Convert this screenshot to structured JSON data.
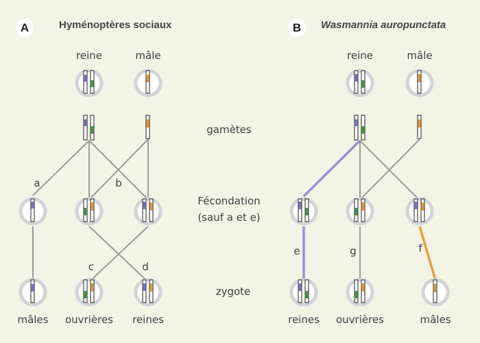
{
  "panel_a": {
    "badge": "A",
    "title": "Hyménoptères sociaux",
    "queen_label": "reine",
    "male_label": "mâle",
    "letter_a": "a",
    "letter_b": "b",
    "letter_c": "c",
    "letter_d": "d",
    "bottom_males": "mâles",
    "bottom_workers": "ouvrières",
    "bottom_queens": "reines"
  },
  "panel_b": {
    "badge": "B",
    "title": "Wasmannia auropunctata",
    "queen_label": "reine",
    "male_label": "mâle",
    "letter_e": "e",
    "letter_g": "g",
    "letter_f": "f",
    "bottom_queens": "reines",
    "bottom_workers": "ouvrières",
    "bottom_males": "mâles"
  },
  "center": {
    "gametes": "gamètes",
    "fecondation_line1": "Fécondation",
    "fecondation_line2": "(sauf a et e)",
    "zygote": "zygote"
  },
  "colors": {
    "background": "#f2f4e6",
    "cell_ring": "#d2d3d6",
    "line": "#9a9a9a",
    "purple": "#7b72c2",
    "green": "#3f9b41",
    "orange": "#e59a2c",
    "purple_highlight": "#9a8fd4",
    "orange_highlight": "#e8a23a"
  }
}
